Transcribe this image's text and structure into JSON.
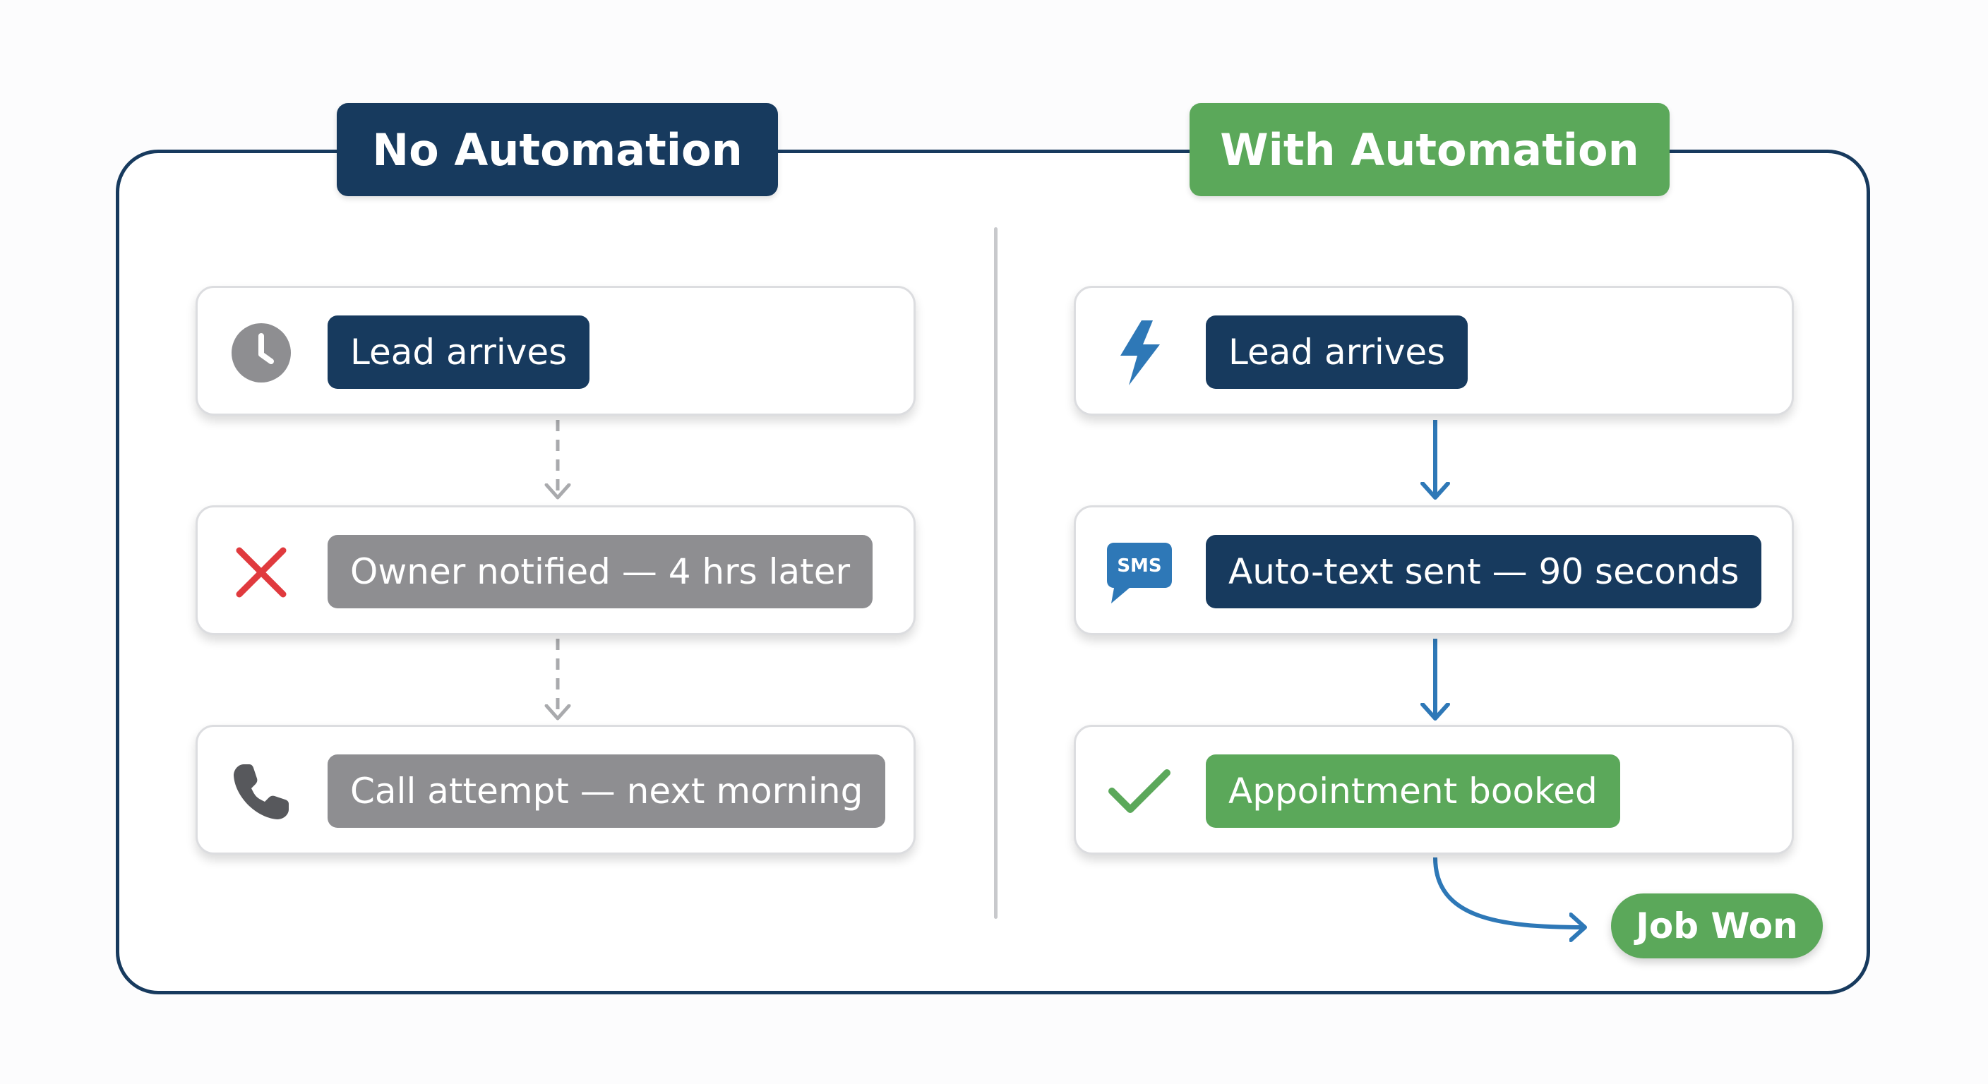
{
  "headers": {
    "left": "No Automation",
    "right": "With Automation"
  },
  "left_flow": [
    {
      "label": "Lead arrives",
      "icon": "clock-icon",
      "style": "navy"
    },
    {
      "label": "Owner notified — 4 hrs later",
      "icon": "x-icon",
      "style": "gray"
    },
    {
      "label": "Call attempt — next morning",
      "icon": "phone-icon",
      "style": "gray"
    }
  ],
  "right_flow": [
    {
      "label": "Lead arrives",
      "icon": "lightning-icon",
      "style": "navy"
    },
    {
      "label": "Auto-text sent — 90 seconds",
      "icon": "sms-icon",
      "style": "navy",
      "icon_text": "SMS"
    },
    {
      "label": "Appointment booked",
      "icon": "checkmark-icon",
      "style": "green"
    }
  ],
  "outcome": {
    "label": "Job Won"
  },
  "colors": {
    "navy": "#173a5e",
    "green": "#5ba85a",
    "gray": "#8e8e91",
    "red": "#e03a3e",
    "blue": "#2e78b7"
  }
}
